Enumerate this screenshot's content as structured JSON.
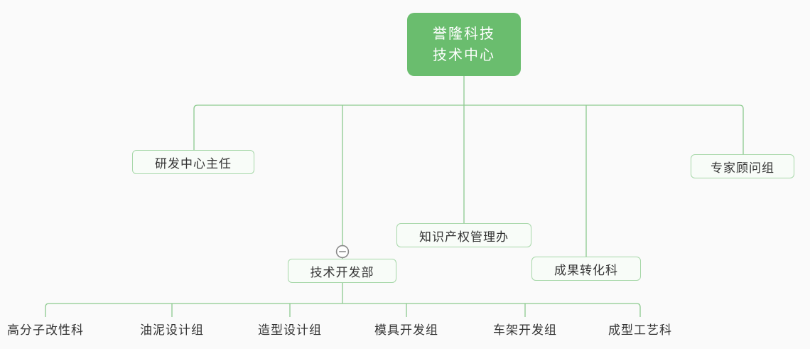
{
  "diagram": {
    "type": "org-chart",
    "root": {
      "line1": "誉隆科技",
      "line2": "技术中心"
    },
    "level2": [
      {
        "label": "研发中心主任"
      },
      {
        "label": "知识产权管理办"
      },
      {
        "label": "技术开发部",
        "collapsible": true,
        "collapse_state": "expanded"
      },
      {
        "label": "成果转化科"
      },
      {
        "label": "专家顾问组"
      }
    ],
    "level3": {
      "parent": "技术开发部",
      "items": [
        {
          "label": "高分子改性科"
        },
        {
          "label": "油泥设计组"
        },
        {
          "label": "造型设计组"
        },
        {
          "label": "模具开发组"
        },
        {
          "label": "车架开发组"
        },
        {
          "label": "成型工艺科"
        }
      ]
    },
    "icons": {
      "collapse": "minus-circle-icon"
    },
    "colors": {
      "background": "#fafafa",
      "root_fill": "#6abd6e",
      "root_text": "#ffffff",
      "node_fill": "#f8fcf8",
      "node_border": "#a6d7a8",
      "node_text": "#333333",
      "connector": "#8cca8e",
      "collapse_icon": "#8a8a8a"
    }
  }
}
